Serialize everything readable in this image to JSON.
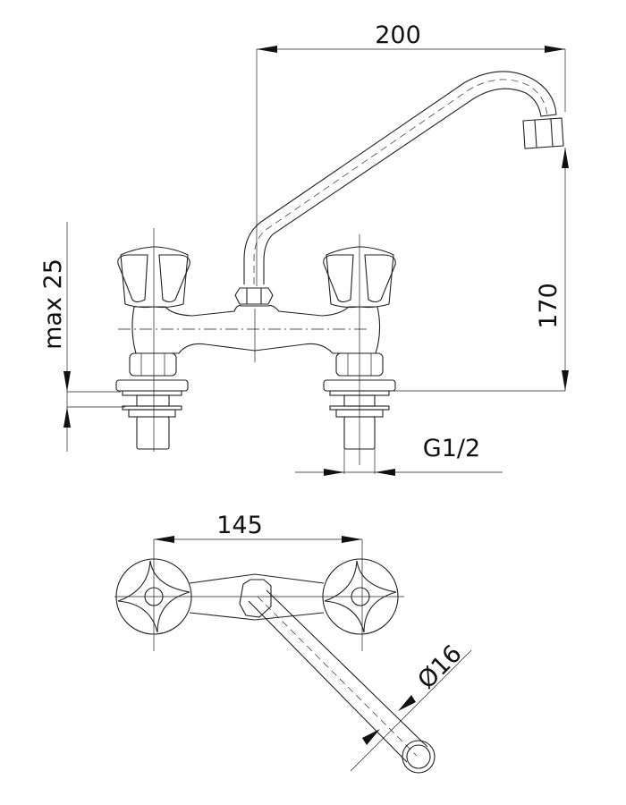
{
  "drawing": {
    "dimensions": {
      "spout_reach": "200",
      "spout_height": "170",
      "max_deck_thickness": "max 25",
      "connection_thread": "G1/2",
      "center_distance": "145",
      "spout_diameter": "Ø16"
    },
    "colors": {
      "line": "#222222",
      "background": "#ffffff"
    }
  }
}
